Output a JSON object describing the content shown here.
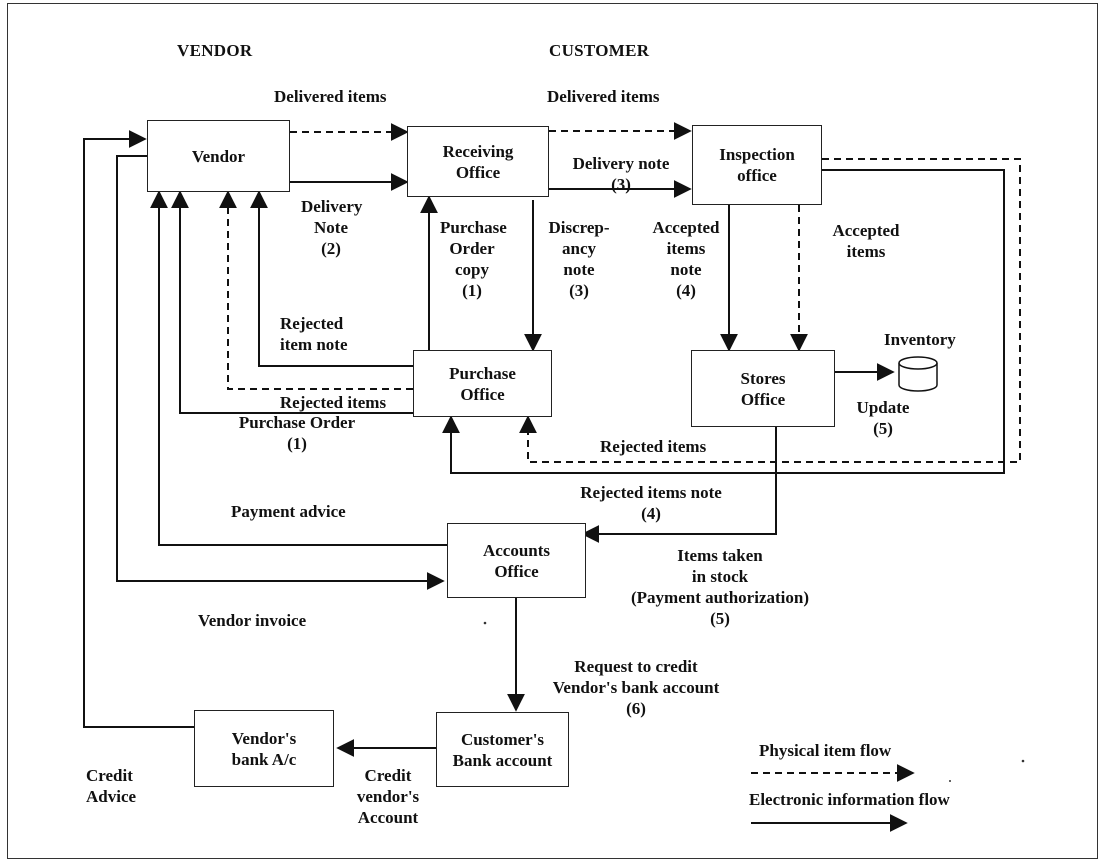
{
  "headers": {
    "vendor": "VENDOR",
    "customer": "CUSTOMER"
  },
  "nodes": {
    "vendor": "Vendor",
    "receiving": "Receiving\nOffice",
    "inspection": "Inspection\noffice",
    "purchase": "Purchase\nOffice",
    "stores": "Stores\nOffice",
    "accounts": "Accounts\nOffice",
    "customer_bank": "Customer's\nBank account",
    "vendor_bank": "Vendor's\nbank A/c",
    "inventory": "Inventory"
  },
  "labels": {
    "delivered_items_1": "Delivered items",
    "delivered_items_2": "Delivered items",
    "delivery_note_2": "Delivery\nNote\n(2)",
    "delivery_note_3": "Delivery note\n(3)",
    "purchase_order_copy": "Purchase\nOrder\ncopy\n(1)",
    "discrepancy_note": "Discrep-\nancy\nnote\n(3)",
    "accepted_items_note": "Accepted\nitems\nnote\n(4)",
    "accepted_items": "Accepted\nitems",
    "rejected_item_note": "Rejected\nitem note",
    "rejected_items_1": "Rejected items",
    "purchase_order": "Purchase Order\n(1)",
    "rejected_items_2": "Rejected items",
    "update": "Update\n(5)",
    "rejected_items_note": "Rejected items note\n(4)",
    "payment_advice": "Payment advice",
    "vendor_invoice": "Vendor invoice",
    "items_taken": "Items taken\nin stock\n(Payment authorization)\n(5)",
    "request_credit": "Request to credit\nVendor's bank account\n(6)",
    "credit_advice": "Credit\nAdvice",
    "credit_vendor": "Credit\nvendor's\nAccount"
  },
  "legend": {
    "physical": "Physical item flow",
    "electronic": "Electronic information  flow"
  }
}
